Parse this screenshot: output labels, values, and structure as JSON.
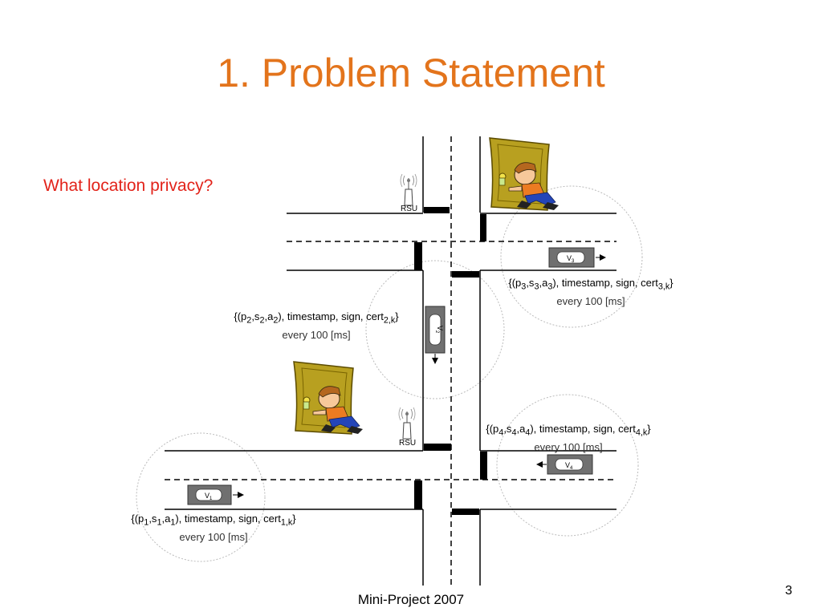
{
  "title": "1. Problem Statement",
  "subtitle": "What location privacy?",
  "footer": "Mini-Project 2007",
  "page_number": "3",
  "rsu_label": "RSU",
  "vehicles": {
    "v1": {
      "label": "V",
      "sub": "1"
    },
    "v2": {
      "label": "V",
      "sub": "2"
    },
    "v3": {
      "label": "V",
      "sub": "3"
    },
    "v4": {
      "label": "V",
      "sub": "4"
    }
  },
  "messages": {
    "m1": {
      "open": "{(p",
      "s": "1",
      "comma1": ",s",
      "s2": "1",
      "comma2": ",a",
      "s3": "1",
      "mid": "), timestamp, sign, cert",
      "sub": "1,k",
      "close": "}",
      "period": "every 100 [ms]"
    },
    "m2": {
      "open": "{(p",
      "s": "2",
      "comma1": ",s",
      "s2": "2",
      "comma2": ",a",
      "s3": "2",
      "mid": "), timestamp, sign, cert",
      "sub": "2,k",
      "close": "}",
      "period": "every 100 [ms]"
    },
    "m3": {
      "open": "{(p",
      "s": "3",
      "comma1": ",s",
      "s2": "3",
      "comma2": ",a",
      "s3": "3",
      "mid": "), timestamp, sign, cert",
      "sub": "3,k",
      "close": "}",
      "period": "every 100 [ms]"
    },
    "m4": {
      "open": "{(p",
      "s": "4",
      "comma1": ",s",
      "s2": "4",
      "comma2": ",a",
      "s3": "4",
      "mid": "), timestamp, sign, cert",
      "sub": "4,k",
      "close": "}",
      "period": "every 100 [ms]"
    }
  },
  "colors": {
    "title": "#e3741c",
    "subtitle": "#e2231a",
    "vehicle": "#707070",
    "door": "#b8a020",
    "range_circle": "#bbbbbb"
  },
  "icons": [
    "antenna-icon",
    "door-icon",
    "eavesdropper-icon",
    "vehicle-icon",
    "arrow-icon"
  ]
}
